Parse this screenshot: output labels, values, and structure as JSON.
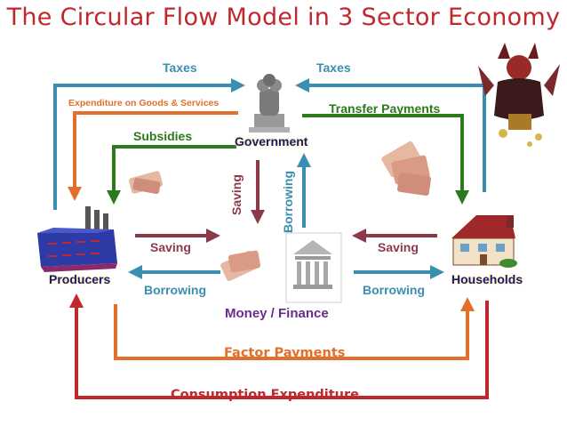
{
  "title": "The Circular Flow Model in 3 Sector Economy",
  "nodes": {
    "government": "Government",
    "producers": "Producers",
    "households": "Households",
    "finance": "Money / Finance"
  },
  "flows": {
    "taxes_left": "Taxes",
    "taxes_right": "Taxes",
    "expenditure": "Expenditure on Goods & Services",
    "transfer": "Transfer Payments",
    "subsidies": "Subsidies",
    "gov_saving": "Saving",
    "gov_borrowing": "Borrowing",
    "producer_saving": "Saving",
    "producer_borrowing": "Borrowing",
    "household_saving": "Saving",
    "household_borrowing": "Borrowing",
    "factor_payments": "Factor Payments",
    "consumption": "Consumption Expenditure"
  },
  "colors": {
    "title": "#c0282d",
    "taxes": "#3a8fb0",
    "expenditure": "#e2702c",
    "transfer": "#2d7a1e",
    "subsidies": "#2d7a1e",
    "saving": "#8b3a4a",
    "borrowing": "#3a8fb0",
    "factor_payments": "#e2702c",
    "consumption": "#c0282d"
  }
}
